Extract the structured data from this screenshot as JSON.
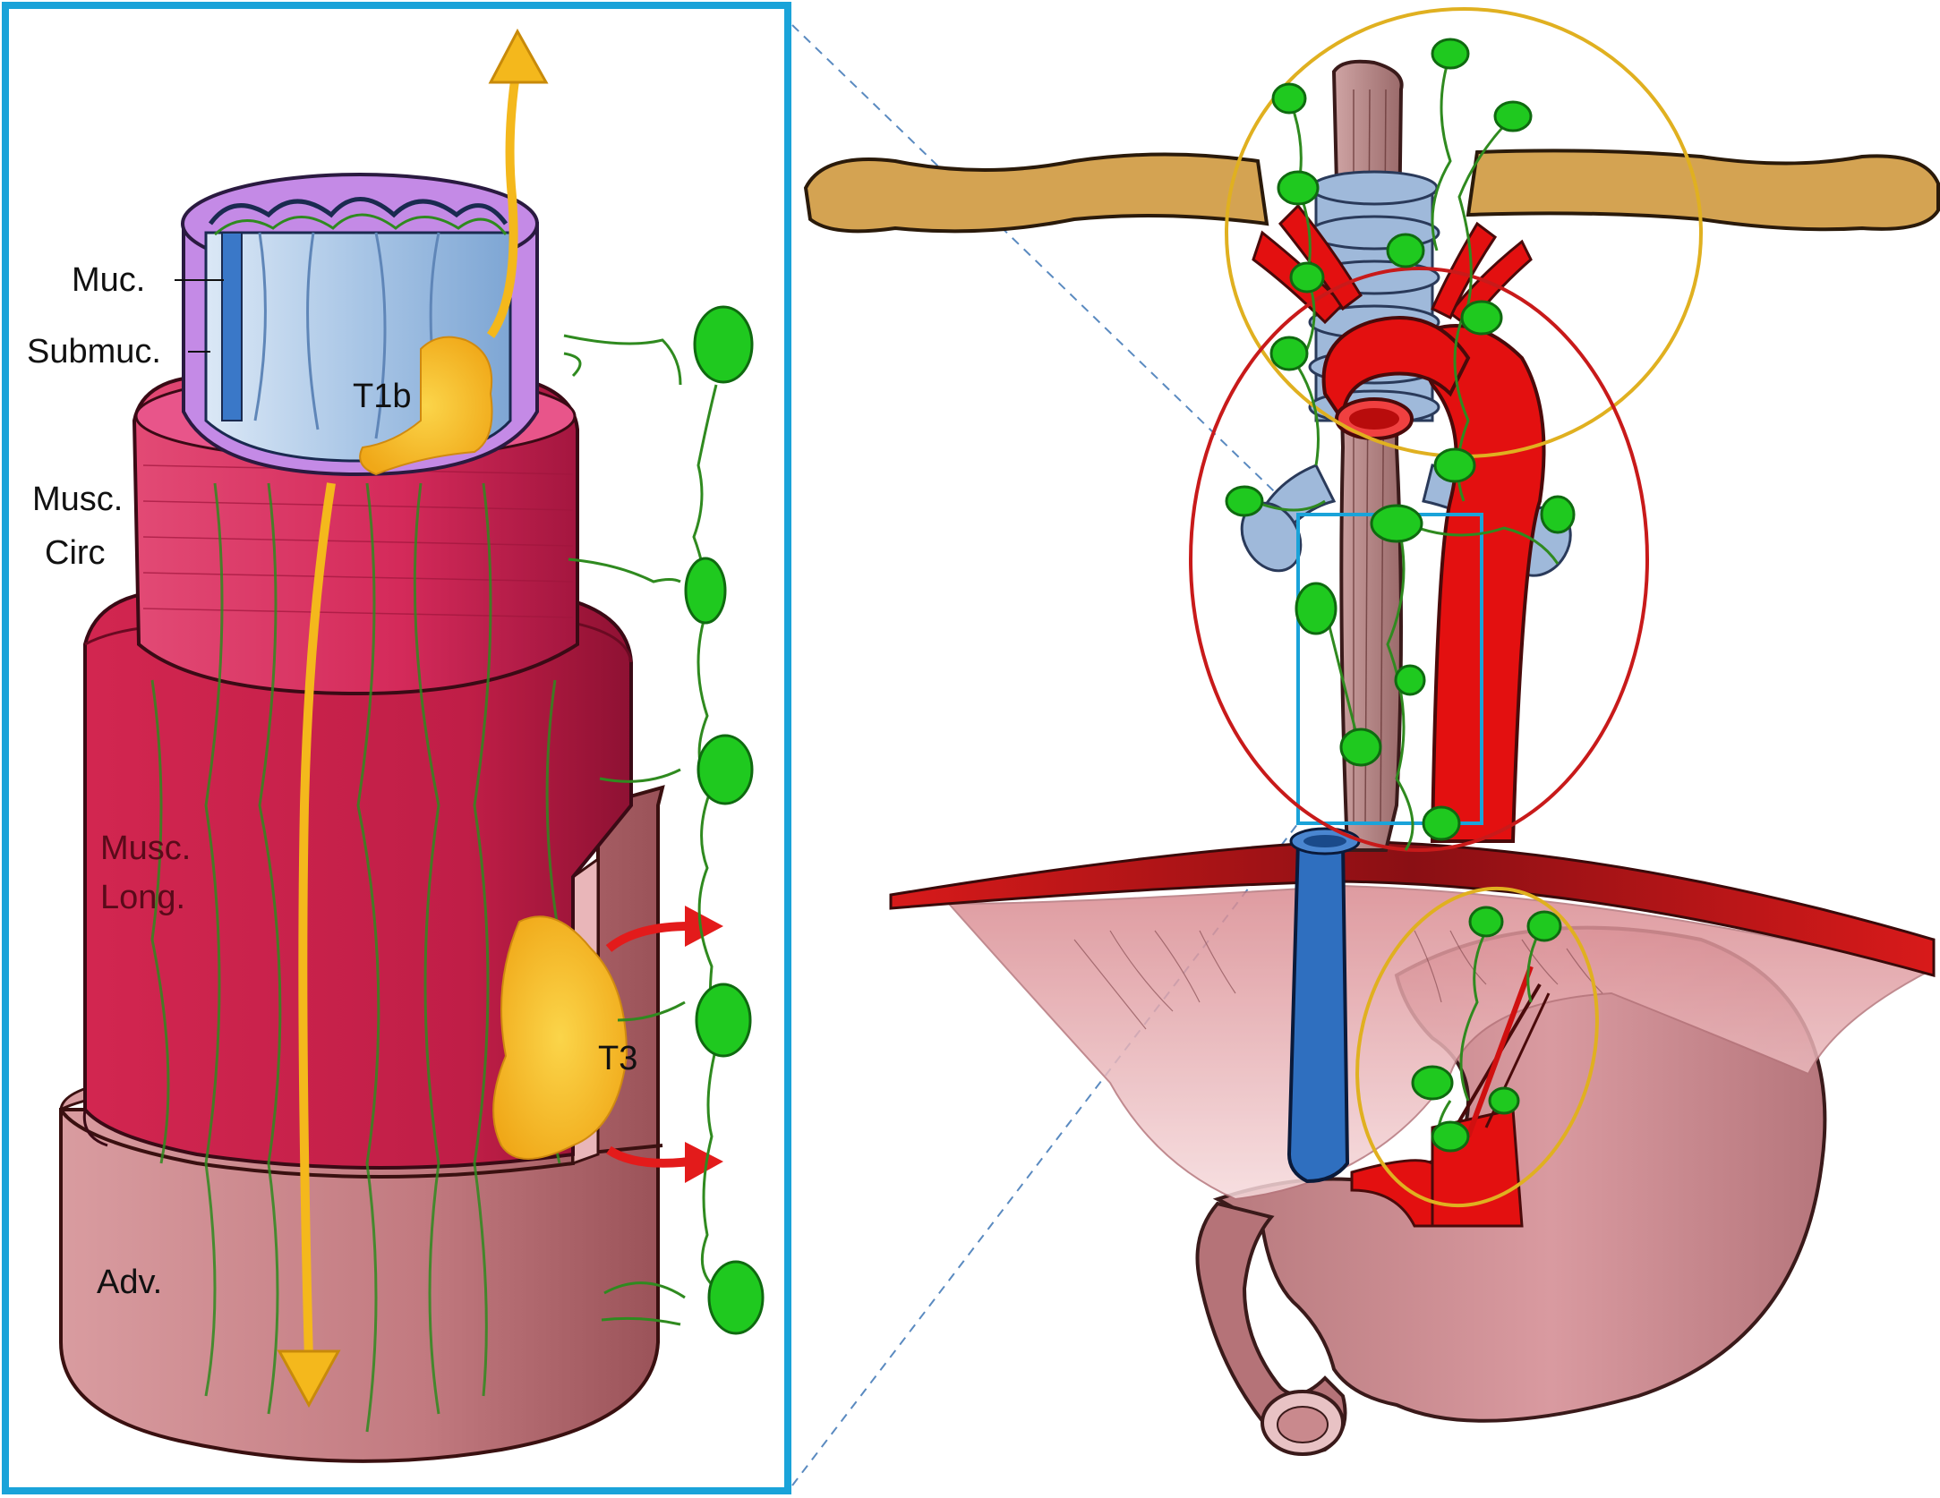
{
  "colors": {
    "frame": "#1aa3d9",
    "lymph_node": "#1fc91f",
    "lymph_vessel": "#2f8a1f",
    "tumor": "#f4b81c",
    "arrow_yellow": "#f4b81c",
    "arrow_red": "#e31b1b",
    "muscle_circular": "#d6285a",
    "muscle_longitudinal": "#c81e4a",
    "adventitia": "#c77a7f",
    "mucosa": "#9ebfe0",
    "submucosa": "#c48ae6",
    "aorta": "#e31010",
    "vein": "#2f6fbf",
    "trachea": "#9fb9da",
    "esophagus": "#b88a8a",
    "clavicle": "#d4a352",
    "diaphragm": "#c81a1a",
    "stomach": "#c98a8f",
    "region_cervical": "#e0b020",
    "region_thoracic": "#c81a1a",
    "region_abdominal": "#e0b020"
  },
  "layers": {
    "mucosa": "Muc.",
    "submucosa": "Submuc.",
    "muscularis_circular_line1": "Musc.",
    "muscularis_circular_line2": "Circ",
    "muscularis_longitudinal_line1": "Musc.",
    "muscularis_longitudinal_line2": "Long.",
    "adventitia": "Adv."
  },
  "tumors": {
    "t1b": "T1b",
    "t3": "T3"
  },
  "icons": {
    "lymph_node": "lymph-node-icon",
    "spread_arrow": "arrow-icon"
  }
}
